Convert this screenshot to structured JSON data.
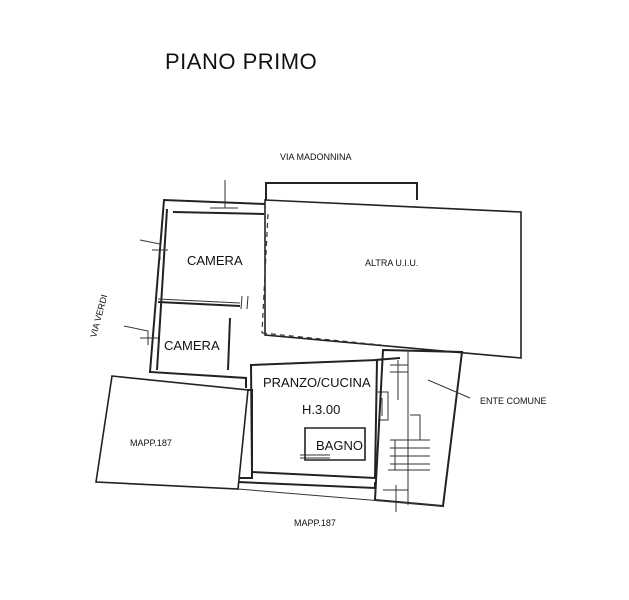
{
  "title": "PIANO PRIMO",
  "street_top": "VIA MADONNINA",
  "street_left": "VIA VERDI",
  "rooms": {
    "camera_1": "CAMERA",
    "camera_2": "CAMERA",
    "altra_uiu": "ALTRA U.I.U.",
    "pranzo_cucina": "PRANZO/CUCINA",
    "height": "H.3.00",
    "bagno": "BAGNO"
  },
  "labels": {
    "ente_comune": "ENTE COMUNE",
    "mapp_left": "MAPP.187",
    "mapp_bottom": "MAPP.187"
  }
}
